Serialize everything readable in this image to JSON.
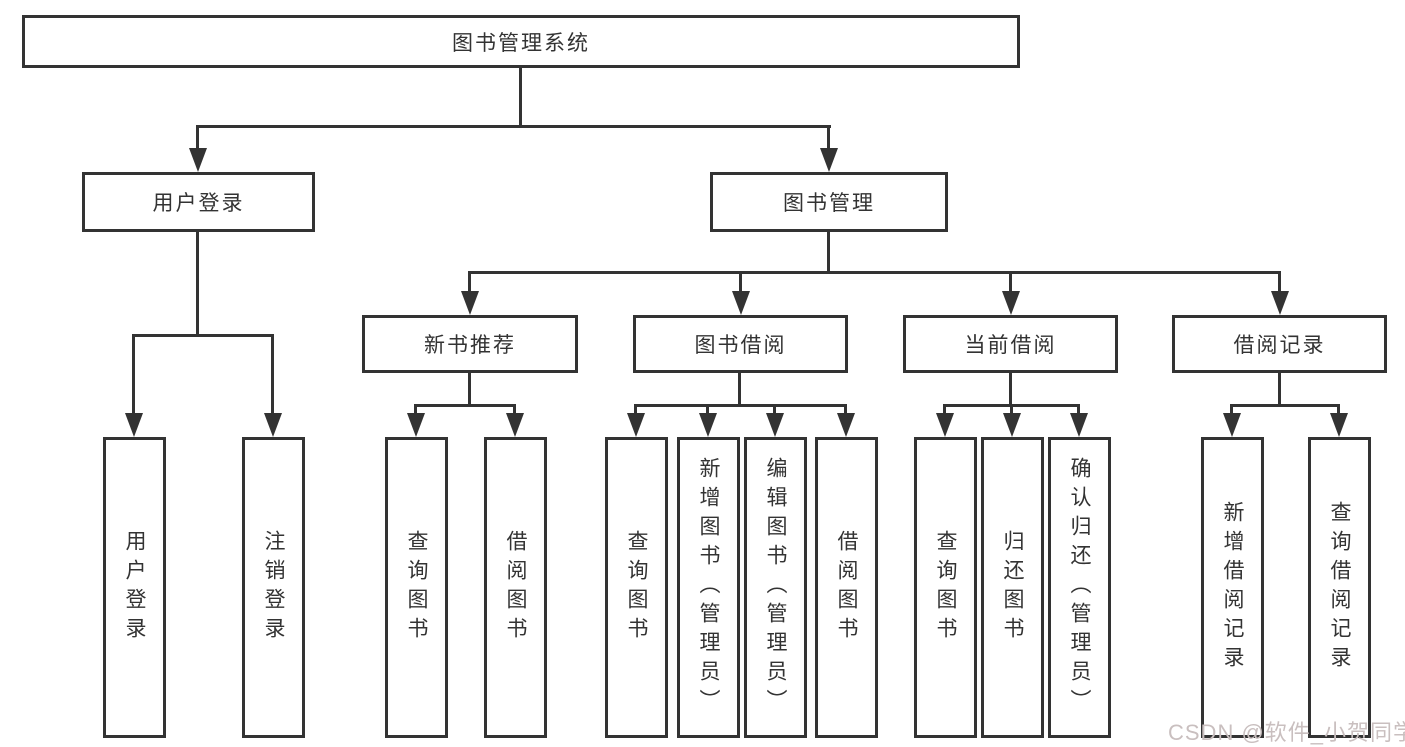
{
  "diagram": {
    "root": {
      "label": "图书管理系统"
    },
    "branches": [
      {
        "label": "用户登录",
        "children": [
          {
            "label": "用户登录"
          },
          {
            "label": "注销登录"
          }
        ]
      },
      {
        "label": "图书管理",
        "children": [
          {
            "label": "新书推荐",
            "children": [
              {
                "label": "查询图书"
              },
              {
                "label": "借阅图书"
              }
            ]
          },
          {
            "label": "图书借阅",
            "children": [
              {
                "label": "查询图书"
              },
              {
                "label": "新增图书（管理员）"
              },
              {
                "label": "编辑图书（管理员）"
              },
              {
                "label": "借阅图书"
              }
            ]
          },
          {
            "label": "当前借阅",
            "children": [
              {
                "label": "查询图书"
              },
              {
                "label": "归还图书"
              },
              {
                "label": "确认归还（管理员）"
              }
            ]
          },
          {
            "label": "借阅记录",
            "children": [
              {
                "label": "新增借阅记录"
              },
              {
                "label": "查询借阅记录"
              }
            ]
          }
        ]
      }
    ]
  },
  "watermark": {
    "text": "CSDN @软件_小贺同学"
  },
  "colors": {
    "line": "#333333",
    "text": "#333333",
    "background": "#ffffff",
    "watermark": "#c9bfbf"
  }
}
